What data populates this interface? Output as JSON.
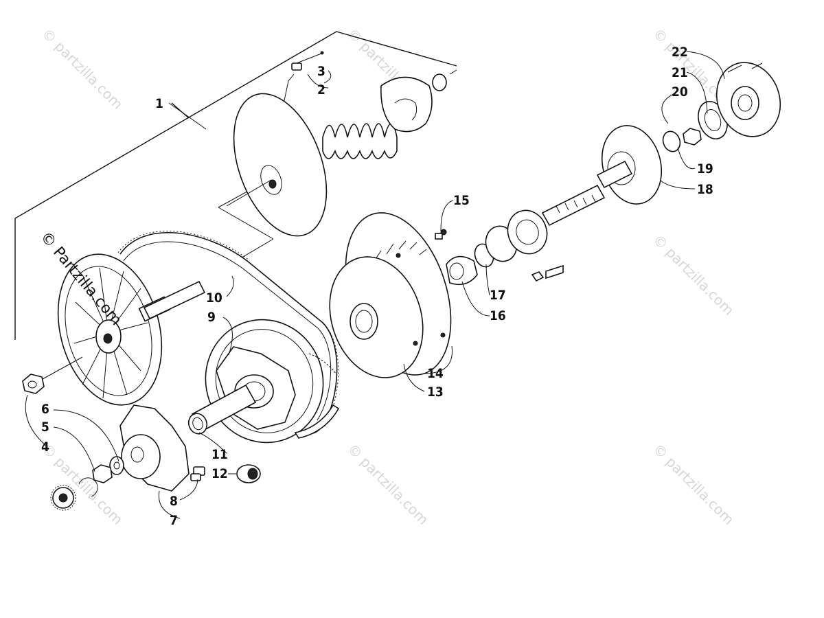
{
  "diagram": {
    "callouts": [
      {
        "id": "1",
        "label": "1"
      },
      {
        "id": "2",
        "label": "2"
      },
      {
        "id": "3",
        "label": "3"
      },
      {
        "id": "4",
        "label": "4"
      },
      {
        "id": "5",
        "label": "5"
      },
      {
        "id": "6",
        "label": "6"
      },
      {
        "id": "7",
        "label": "7"
      },
      {
        "id": "8",
        "label": "8"
      },
      {
        "id": "9",
        "label": "9"
      },
      {
        "id": "10",
        "label": "10"
      },
      {
        "id": "11",
        "label": "11"
      },
      {
        "id": "12",
        "label": "12"
      },
      {
        "id": "13",
        "label": "13"
      },
      {
        "id": "14",
        "label": "14"
      },
      {
        "id": "15",
        "label": "15"
      },
      {
        "id": "16",
        "label": "16"
      },
      {
        "id": "17",
        "label": "17"
      },
      {
        "id": "18",
        "label": "18"
      },
      {
        "id": "19",
        "label": "19"
      },
      {
        "id": "20",
        "label": "20"
      },
      {
        "id": "21",
        "label": "21"
      },
      {
        "id": "22",
        "label": "22"
      }
    ],
    "watermark_text": "© Partzilla.com",
    "watermark_text_light": "© partzilla.com"
  }
}
